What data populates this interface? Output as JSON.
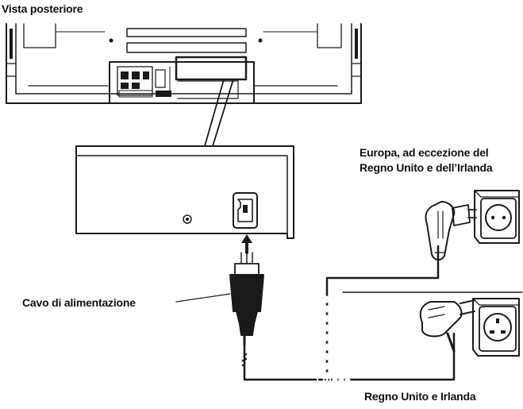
{
  "labels": {
    "rear_view": "Vista posteriore",
    "europe_line1": "Europa, ad eccezione del",
    "europe_line2": "Regno Unito e dell’Irlanda",
    "power_cord": "Cavo di alimentazione",
    "uk_ireland": "Regno Unito e Irlanda"
  },
  "colors": {
    "line": "#1a1a1a",
    "text": "#111111",
    "background": "#ffffff"
  },
  "icons": [
    "tv-rear-panel",
    "ac-inlet-icon",
    "power-plug-icon",
    "eu-socket-icon",
    "uk-plug-icon",
    "uk-socket-icon"
  ]
}
